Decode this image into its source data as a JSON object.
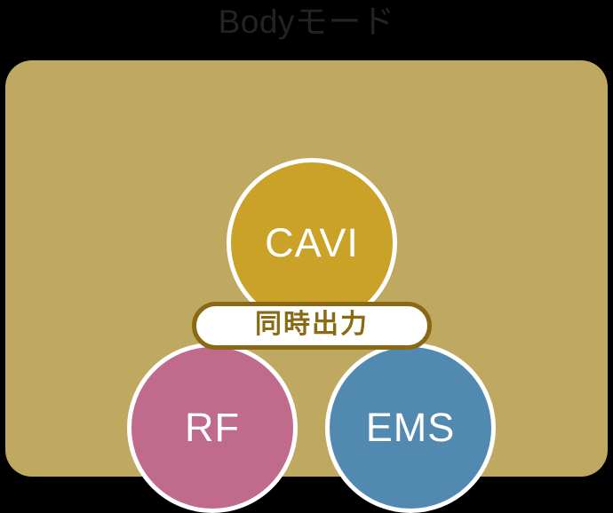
{
  "page": {
    "title": "Bodyモード",
    "background_color": "#000000"
  },
  "panel": {
    "background_color": "#bfa961",
    "corner_radius": "30px"
  },
  "modes": [
    {
      "id": "cavi",
      "label": "CAVI",
      "color": "#c9a227",
      "border_color": "#ffffff",
      "text_color": "#ffffff",
      "position": "top"
    },
    {
      "id": "rf",
      "label": "RF",
      "color": "#c06a8c",
      "border_color": "#ffffff",
      "text_color": "#ffffff",
      "position": "bottom-left"
    },
    {
      "id": "ems",
      "label": "EMS",
      "color": "#5189b0",
      "border_color": "#ffffff",
      "text_color": "#ffffff",
      "position": "bottom-right"
    }
  ],
  "badge": {
    "label": "同時出力",
    "background_color": "#ffffff",
    "border_color": "#8b6914",
    "text_color": "#8b6a14"
  }
}
